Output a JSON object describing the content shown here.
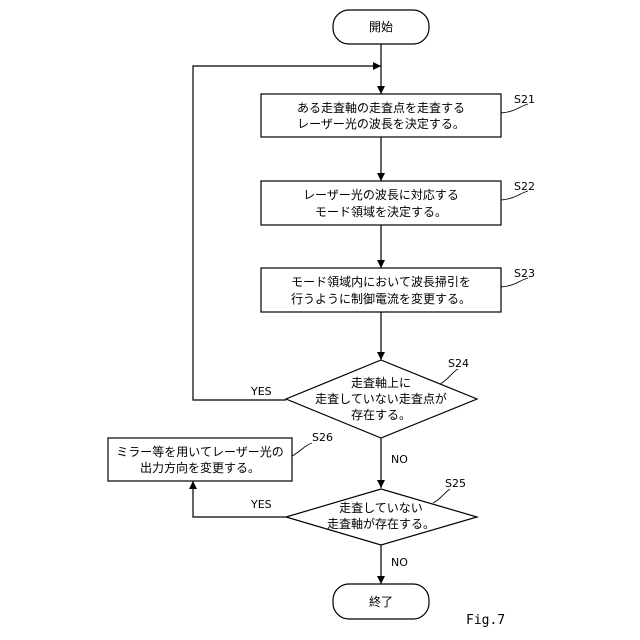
{
  "start": {
    "label": "開始"
  },
  "end": {
    "label": "終了"
  },
  "steps": {
    "s21": {
      "id": "S21",
      "lines": [
        "ある走査軸の走査点を走査する",
        "レーザー光の波長を決定する。"
      ]
    },
    "s22": {
      "id": "S22",
      "lines": [
        "レーザー光の波長に対応する",
        "モード領域を決定する。"
      ]
    },
    "s23": {
      "id": "S23",
      "lines": [
        "モード領域内において波長掃引を",
        "行うように制御電流を変更する。"
      ]
    },
    "s24": {
      "id": "S24",
      "lines": [
        "走査軸上に",
        "走査していない走査点が",
        "存在する。"
      ],
      "yes": "YES",
      "no": "NO"
    },
    "s25": {
      "id": "S25",
      "lines": [
        "走査していない",
        "走査軸が存在する。"
      ],
      "yes": "YES",
      "no": "NO"
    },
    "s26": {
      "id": "S26",
      "lines": [
        "ミラー等を用いてレーザー光の",
        "出力方向を変更する。"
      ]
    }
  },
  "figure_label": "Fig.7"
}
